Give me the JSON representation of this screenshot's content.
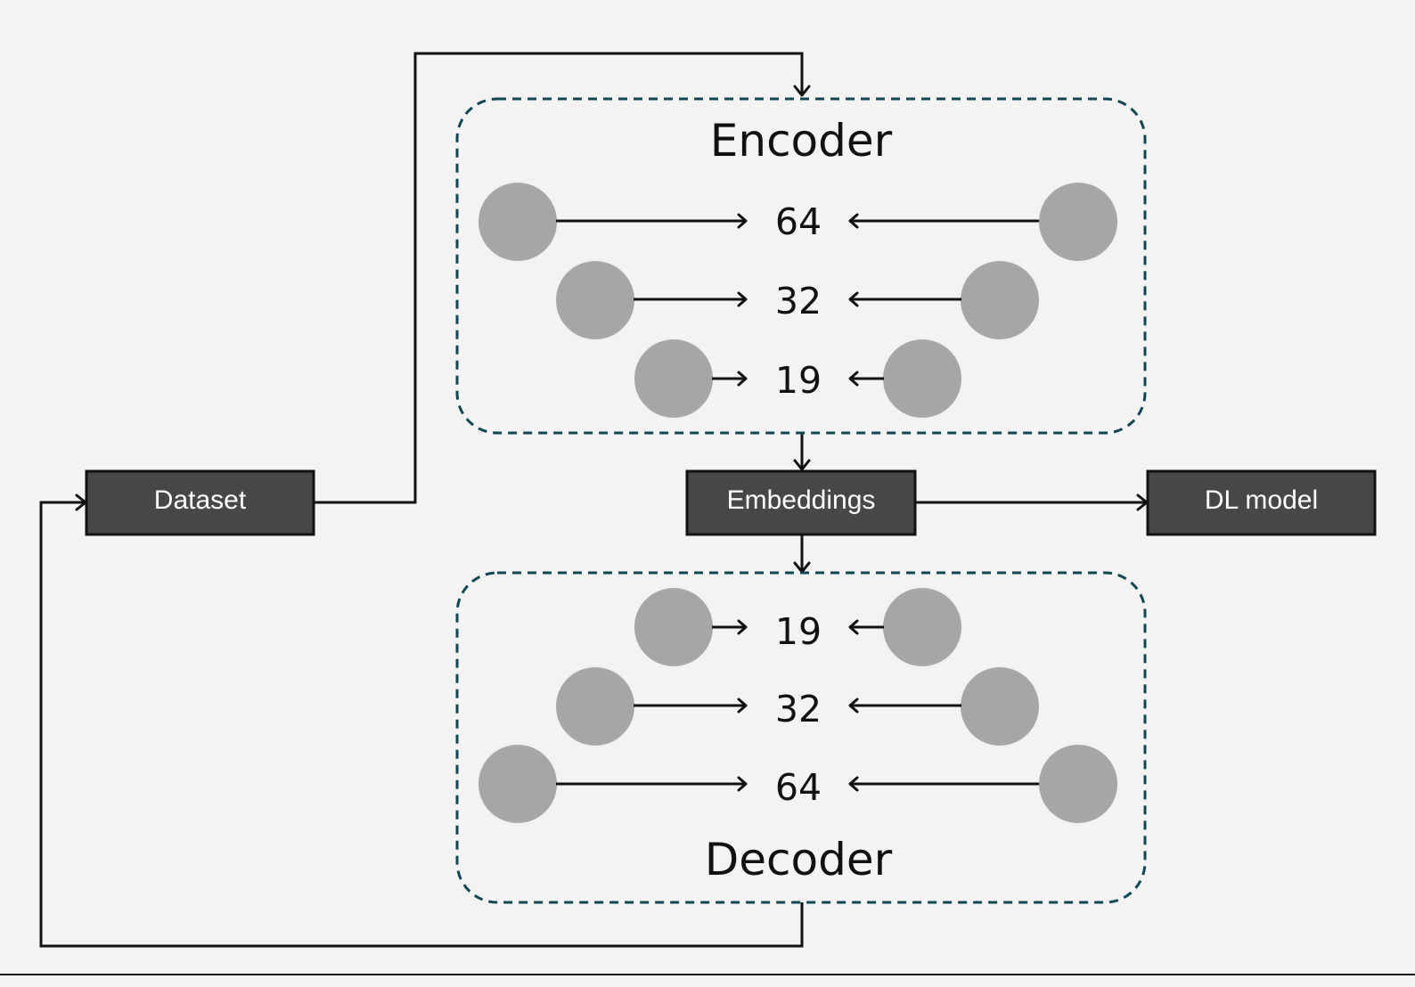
{
  "encoder": {
    "title": "Encoder",
    "layers": [
      {
        "value": "64"
      },
      {
        "value": "32"
      },
      {
        "value": "19"
      }
    ]
  },
  "decoder": {
    "title": "Decoder",
    "layers": [
      {
        "value": "19"
      },
      {
        "value": "32"
      },
      {
        "value": "64"
      }
    ]
  },
  "boxes": {
    "dataset": "Dataset",
    "embeddings": "Embeddings",
    "dl_model": "DL model"
  },
  "colors": {
    "background": "#f3f3f3",
    "box_fill": "#474747",
    "node_fill": "#a6a6a6",
    "group_border": "#0f4654",
    "line": "#111111"
  }
}
